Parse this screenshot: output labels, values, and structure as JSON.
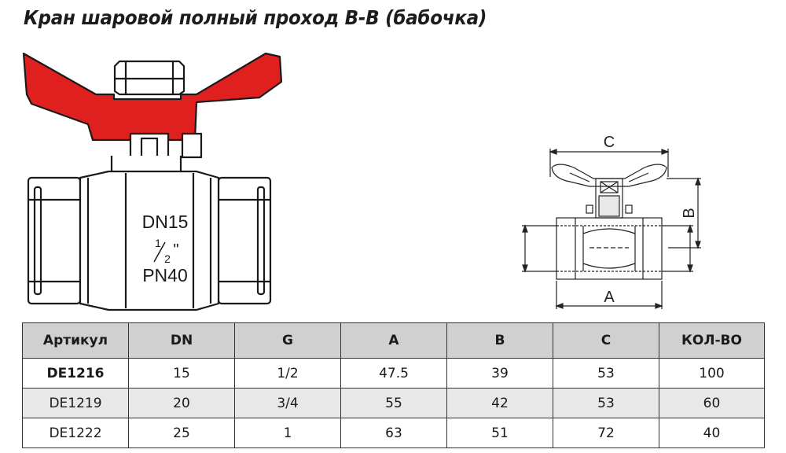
{
  "title": "Кран шаровой полный проход В-В (бабочка)",
  "valve_marking": {
    "dn": "DN15",
    "size_num": "1",
    "size_den": "2",
    "inch": "\"",
    "pn": "PN40"
  },
  "dimensions": {
    "a": "A",
    "b": "B",
    "c": "C"
  },
  "colors": {
    "handle": "#e0201f",
    "body": "#ffffff",
    "header_bg": "#d0d0d0",
    "alt_row": "#e8e8e8"
  },
  "table": {
    "headers": [
      "Артикул",
      "DN",
      "G",
      "A",
      "B",
      "C",
      "КОЛ-ВО"
    ],
    "rows": [
      [
        "DE1216",
        "15",
        "1/2",
        "47.5",
        "39",
        "53",
        "100"
      ],
      [
        "DE1219",
        "20",
        "3/4",
        "55",
        "42",
        "53",
        "60"
      ],
      [
        "DE1222",
        "25",
        "1",
        "63",
        "51",
        "72",
        "40"
      ]
    ]
  }
}
